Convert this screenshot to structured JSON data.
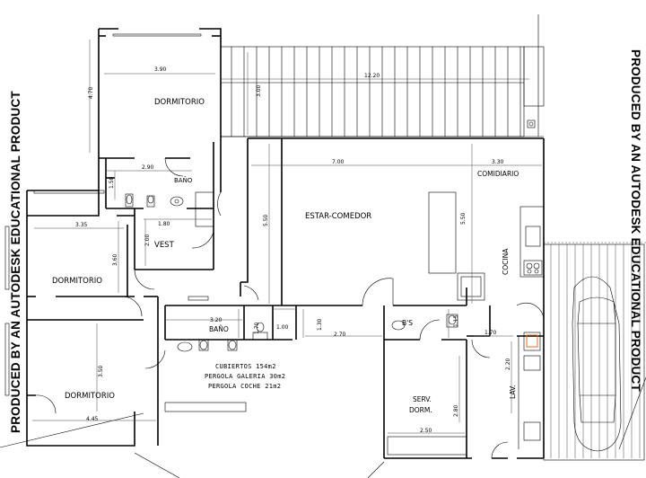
{
  "watermark": {
    "left": "PRODUCED BY AN AUTODESK EDUCATIONAL PRODUCT",
    "right": "PRODUCED BY AN AUTODESK EDUCATIONAL PRODUCT"
  },
  "rooms": {
    "dormitorio_top": "DORMITORIO",
    "bano_small": "BAÑO",
    "vest": "VEST",
    "dormitorio_mid": "DORMITORIO",
    "dormitorio_bottom": "DORMITORIO",
    "bano_center": "BAÑO",
    "estar_comedor": "ESTAR-COMEDOR",
    "comidiario": "COMIDIARIO",
    "cocina": "COCINA",
    "bs": "B'S",
    "serv": "SERV.",
    "dorm": "DORM.",
    "lav": "LAV."
  },
  "dimensions": {
    "d390": "3.90",
    "d470": "4.70",
    "d300": "3.00",
    "d1220": "12.20",
    "d700": "7.00",
    "d330": "3.30",
    "d290": "2.90",
    "d150": "1.50",
    "d180": "1.80",
    "d200": "2.00",
    "d335": "3.35",
    "d360": "3.60",
    "d550a": "5.50",
    "d550b": "5.50",
    "d320": "3.20",
    "d100": "1.00",
    "d170a": "1.70",
    "d130": "1.30",
    "d270": "2.70",
    "d115": "1.15",
    "d170b": "1.70",
    "d220": "2.20",
    "d280": "2.80",
    "d250": "2.50",
    "d350": "3.50",
    "d445": "4.45"
  },
  "notes": {
    "line1": "CUBIERTOS 154m2",
    "line2": "PERGOLA GALERIA 30m2",
    "line3": "PERGOLA COCHE 21m2"
  }
}
